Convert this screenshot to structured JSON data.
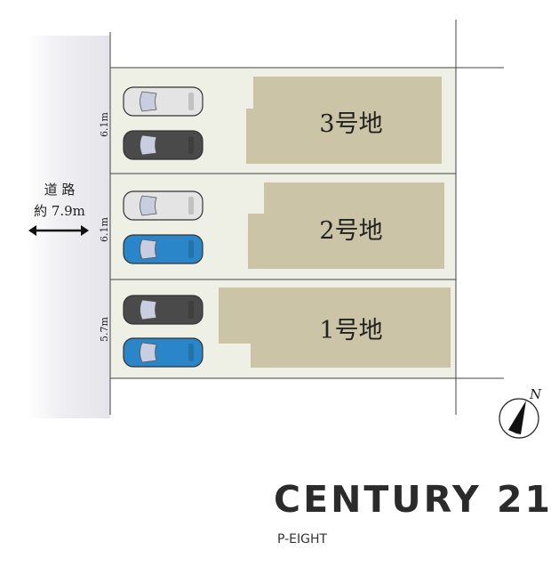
{
  "road": {
    "label": "道 路",
    "width": "約 7.9m"
  },
  "lots": [
    {
      "name": "3号地",
      "frontage": "6.1m",
      "cars": [
        "silver",
        "black"
      ]
    },
    {
      "name": "2号地",
      "frontage": "6.1m",
      "cars": [
        "silver",
        "blue"
      ]
    },
    {
      "name": "1号地",
      "frontage": "5.7m",
      "cars": [
        "black",
        "blue"
      ]
    }
  ],
  "compass": {
    "label": "N"
  },
  "logo": {
    "brand": "CENTURY 21",
    "branch": "P-EIGHT"
  },
  "colors": {
    "lot": "#eef0e6",
    "building": "#cbc4a6",
    "silver": "#e4e4e4",
    "black": "#4a4a4a",
    "blue": "#2a86c8"
  }
}
